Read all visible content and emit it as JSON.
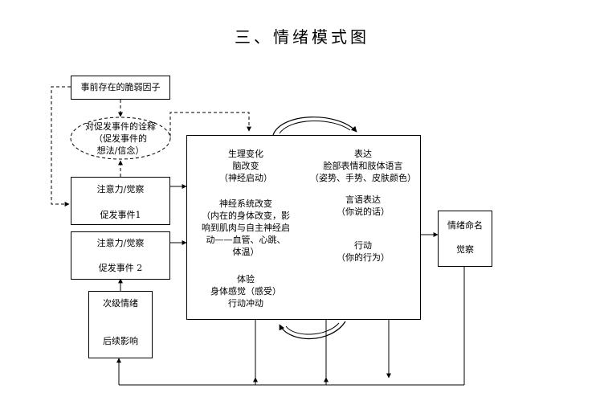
{
  "title": "三、情绪模式图",
  "vulnerability": "事前存在的脆弱因子",
  "interpretation": {
    "line1": "对促发事件的诠释",
    "line2": "（促发事件的",
    "line3": "想法/信念）"
  },
  "event1": {
    "attention": "注意力/觉察",
    "event": "促发事件1"
  },
  "event2": {
    "attention": "注意力/觉察",
    "event": "促发事件 2"
  },
  "secondary": {
    "label": "次级情绪",
    "aftereffect": "后续影响"
  },
  "physiology": {
    "heading": "生理变化",
    "brain": "脑改变",
    "brain_note": "（神经启动）",
    "nervous": "神经系统改变",
    "nervous_note_1": "（内在的身体改变，影",
    "nervous_note_2": "响到肌肉与自主神经启",
    "nervous_note_3": "动——血管、心跳、",
    "nervous_note_4": "体温）",
    "experience": "体验",
    "sensation": "身体感觉（感受）",
    "urge": "行动冲动"
  },
  "expression": {
    "heading": "表达",
    "face": "脸部表情和肢体语言",
    "face_note": "（姿势、手势、皮肤颜色）",
    "verbal": "言语表达",
    "verbal_note": "（你说的话）",
    "action": "行动",
    "action_note": "（你的行为）"
  },
  "naming": {
    "label": "情绪命名",
    "awareness": "觉察"
  }
}
